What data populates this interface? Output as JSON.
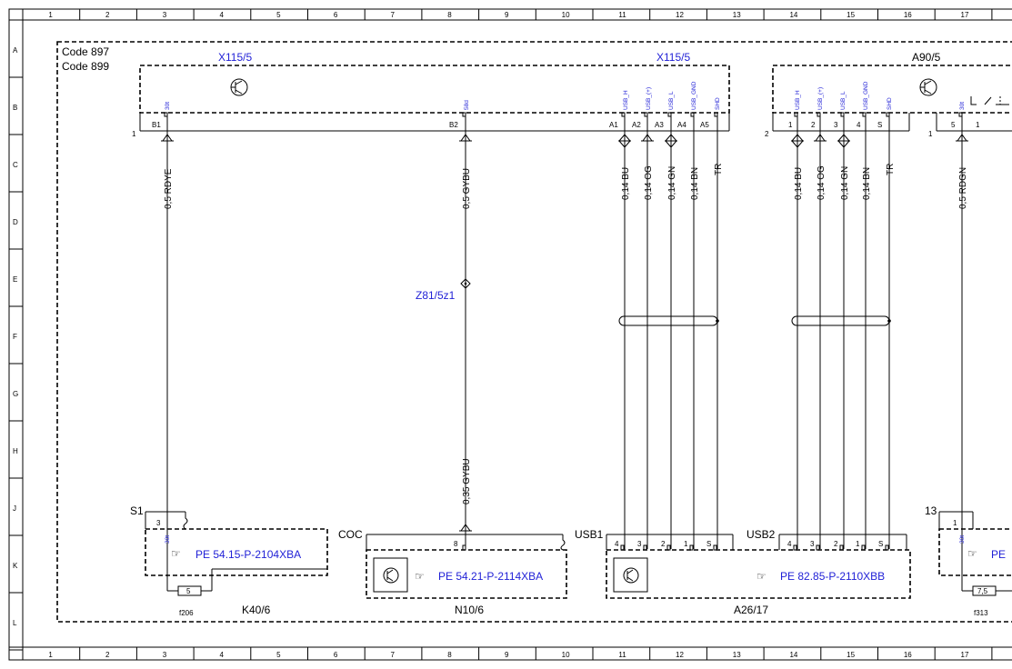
{
  "grid": {
    "columns": [
      "1",
      "2",
      "3",
      "4",
      "5",
      "6",
      "7",
      "8",
      "9",
      "10",
      "11",
      "12",
      "13",
      "14",
      "15",
      "16",
      "17"
    ],
    "rows": [
      "A",
      "B",
      "C",
      "D",
      "E",
      "F",
      "G",
      "H",
      "J",
      "K",
      "L"
    ]
  },
  "codes": [
    "Code 897",
    "Code 899"
  ],
  "connectors": {
    "x115_left": "X115/5",
    "x115_right": "X115/5",
    "a90": "A90/5",
    "block_num_1": "1",
    "block_num_2": "2",
    "block_num_3": "1"
  },
  "pins": {
    "b1": "B1",
    "b2": "B2",
    "a1": "A1",
    "a2": "A2",
    "a3": "A3",
    "a4": "A4",
    "a5": "A5",
    "p1": "1",
    "p2": "2",
    "p3": "3",
    "p4": "4",
    "ps": "S",
    "p5": "5",
    "p1b": "1"
  },
  "pin_signals": {
    "s30t": "30t",
    "s58d": "58d",
    "usb_h": "USB_H",
    "usb_plus": "USB_(+)",
    "usb_l": "USB_L",
    "usb_gnd": "USB_GND",
    "shd": "SHD"
  },
  "wires": {
    "w1": "0,5 RDYE",
    "w2": "0,5 GYBU",
    "w3": "0,14 BU",
    "w4": "0,14 OG",
    "w5": "0,14 GN",
    "w6": "0,14 BN",
    "w7": "TR",
    "w8": "0,14 BU",
    "w9": "0,14 OG",
    "w10": "0,14 GN",
    "w11": "0,14 BN",
    "w12": "TR",
    "w13": "0,5 RDGN",
    "w14": "0,35 GYBU"
  },
  "splice": "Z81/5z1",
  "bottom": {
    "s1": "S1",
    "s1_pin": "3",
    "s1_sig": "30t",
    "k40_ref": "PE 54.15-P-2104XBA",
    "fuse1": "5",
    "fuse1_name": "f206",
    "k40": "K40/6",
    "coc": "COC",
    "coc_pin": "8",
    "n10_ref": "PE 54.21-P-2114XBA",
    "n10": "N10/6",
    "usb1": "USB1",
    "usb2": "USB2",
    "usb_pins": [
      "4",
      "3",
      "2",
      "1",
      "S"
    ],
    "a26_ref": "PE 82.85-P-2110XBB",
    "a26": "A26/17",
    "p13": "13",
    "p13_pin": "1",
    "p13_sig": "30t",
    "right_ref": "PE",
    "fuse2": "7,5",
    "fuse2_name": "f313"
  },
  "colors": {
    "blue": "#1f1fd6",
    "black": "#000000"
  }
}
